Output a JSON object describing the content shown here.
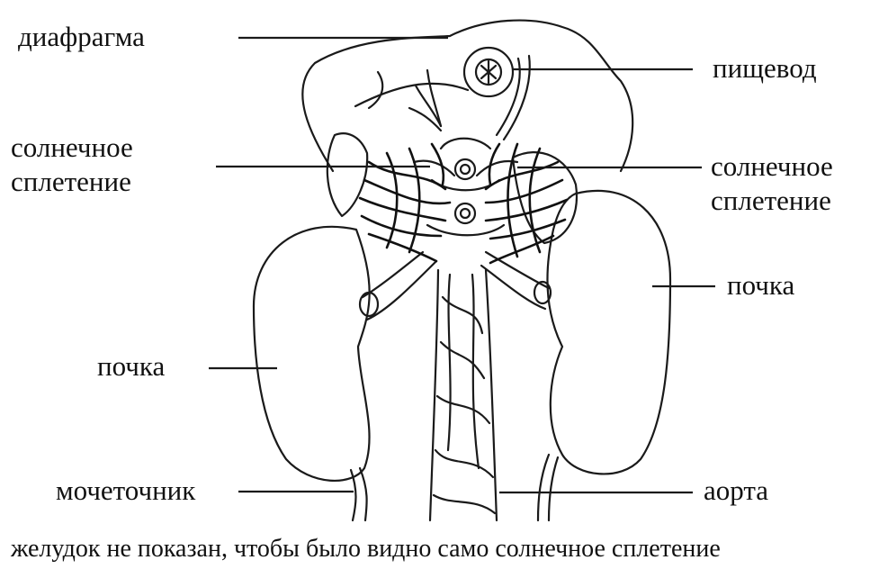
{
  "labels": {
    "diaphragm": "диафрагма",
    "esophagus": "пищевод",
    "solar_plexus_left_1": "солнечное",
    "solar_plexus_left_2": "сплетение",
    "solar_plexus_right_1": "солнечное",
    "solar_plexus_right_2": "сплетение",
    "kidney_right": "почка",
    "kidney_left": "почка",
    "ureter": "мочеточник",
    "aorta": "аорта"
  },
  "caption": "желудок не показан, чтобы было видно само солнечное сплетение"
}
